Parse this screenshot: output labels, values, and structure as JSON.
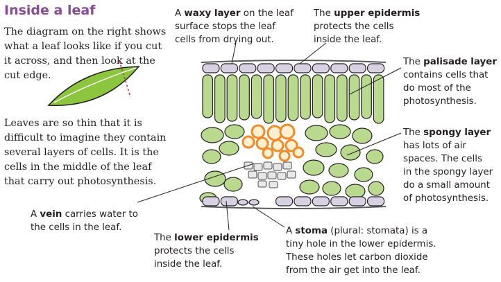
{
  "title": "Inside a leaf",
  "intro": [
    "The diagram on the right shows",
    "what a leaf looks like if you cut",
    "it across, and then look at the",
    "cut edge."
  ],
  "body": [
    "Leaves are so thin that it is",
    "difficult to imagine they contain",
    "several layers of cells. It is the",
    "cells in the middle of the leaf",
    "that carry out photosynthesis."
  ],
  "labels": {
    "waxy": {
      "bold": "waxy layer",
      "lines": [
        "A ",
        " on the leaf",
        "surface stops the leaf",
        "cells from drying out."
      ]
    },
    "upper": {
      "bold": "upper epidermis",
      "lines": [
        "The ",
        "",
        "protects the cells",
        "inside the leaf."
      ]
    },
    "palisade": {
      "bold": "palisade layer",
      "lines": [
        "The ",
        "",
        "contains cells that",
        "do most of the",
        "photosynthesis."
      ]
    },
    "spongy": {
      "bold": "spongy layer",
      "lines": [
        "The ",
        "",
        "has lots of air",
        "spaces. The cells",
        "in the spongy layer",
        "do a small amount",
        "of photosynthesis."
      ]
    },
    "vein": {
      "bold": "vein",
      "lines": [
        "A ",
        " carries water to",
        "the cells in the leaf."
      ]
    },
    "lower": {
      "bold": "lower epidermis",
      "lines": [
        "The ",
        "",
        "protects the cells",
        "inside the leaf."
      ]
    },
    "stoma": {
      "bold": "stoma",
      "lines": [
        "A ",
        " (plural: stomata) is a",
        "tiny hole in the lower epidermis.",
        "These holes let carbon dioxide",
        "from the air get into the leaf."
      ]
    }
  },
  "colors": {
    "title": "#8a4a9c",
    "palisade": "#b9d98f",
    "spongy": "#b9d98f",
    "epidermis": "#d7d1e3",
    "vein_xylem": "#f08a2a",
    "leaf_icon": "#8cc63f"
  }
}
